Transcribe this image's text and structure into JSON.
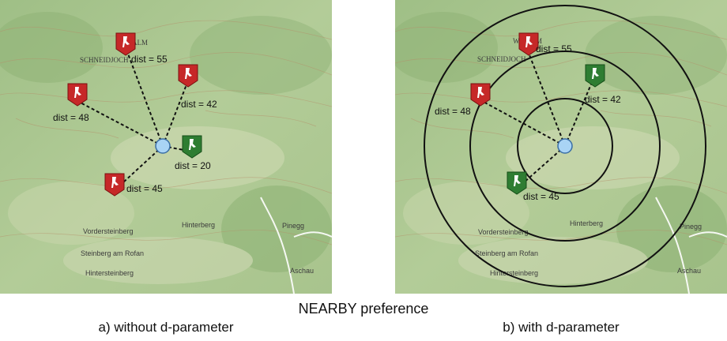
{
  "figure": {
    "caption": "NEARBY preference",
    "panels": [
      {
        "id": "a",
        "label": "a) without d-parameter",
        "place_labels": [
          "ALM",
          "SCHNEIDJOCH",
          "Hinterberg",
          "Vordersteinberg",
          "Steinberg am Rofan",
          "Hintersteinberg",
          "Pinegg",
          "Aschau"
        ],
        "center": {
          "icon": "location-dot-icon",
          "color": "#a9d4f5"
        },
        "pois": [
          {
            "dist_label": "dist = 55",
            "distance": 55,
            "color": "#c62828",
            "icon": "ski-marker-icon"
          },
          {
            "dist_label": "dist = 42",
            "distance": 42,
            "color": "#c62828",
            "icon": "ski-marker-icon"
          },
          {
            "dist_label": "dist = 48",
            "distance": 48,
            "color": "#c62828",
            "icon": "ski-marker-icon"
          },
          {
            "dist_label": "dist = 20",
            "distance": 20,
            "color": "#2e7d32",
            "icon": "ski-marker-icon"
          },
          {
            "dist_label": "dist = 45",
            "distance": 45,
            "color": "#c62828",
            "icon": "ski-marker-icon"
          }
        ]
      },
      {
        "id": "b",
        "label": "b) with d-parameter",
        "place_labels": [
          "W",
          "M",
          "SCHNEIDJOCH",
          "Hinterberg",
          "Vordersteinberg",
          "Steinberg am Rofan",
          "Hintersteinberg",
          "Pinegg",
          "Aschau"
        ],
        "center": {
          "icon": "location-dot-icon",
          "color": "#a9d4f5"
        },
        "rings": 3,
        "pois": [
          {
            "dist_label": "dist = 55",
            "distance": 55,
            "color": "#c62828",
            "icon": "ski-marker-icon"
          },
          {
            "dist_label": "dist = 42",
            "distance": 42,
            "color": "#2e7d32",
            "icon": "ski-marker-icon"
          },
          {
            "dist_label": "dist = 48",
            "distance": 48,
            "color": "#c62828",
            "icon": "ski-marker-icon"
          },
          {
            "dist_label": "dist = 45",
            "distance": 45,
            "color": "#2e7d32",
            "icon": "ski-marker-icon"
          }
        ]
      }
    ]
  }
}
